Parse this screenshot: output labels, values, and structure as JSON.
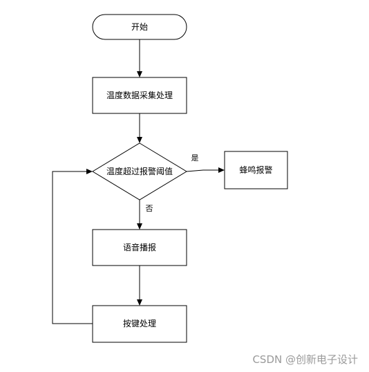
{
  "nodes": {
    "start": "开始",
    "collect": "温度数据采集处理",
    "decision": "温度超过报警阈值",
    "buzzer": "蜂鸣报警",
    "voice": "语音播报",
    "key": "按键处理"
  },
  "edges": {
    "yes": "是",
    "no": "否"
  },
  "watermark": "CSDN @创新电子设计"
}
